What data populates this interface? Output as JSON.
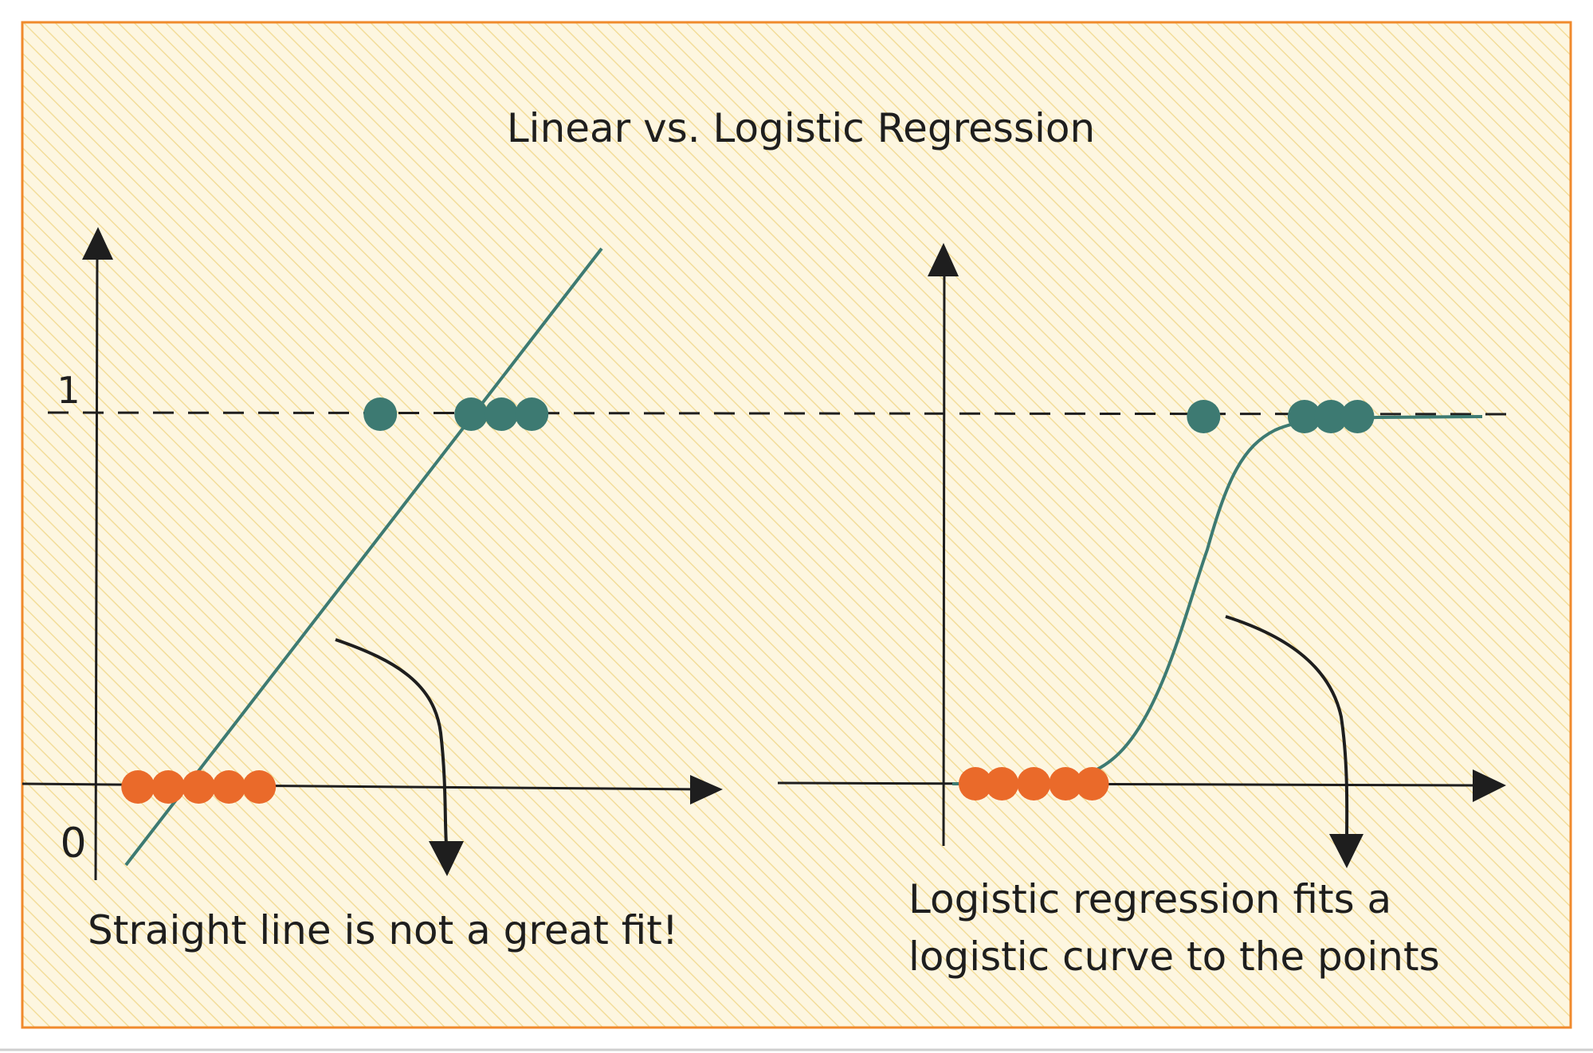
{
  "title": "Linear vs. Logistic Regression",
  "colors": {
    "background": "#fdf6e0",
    "hatch": "#f3dd9a",
    "frame": "#f08a2c",
    "ink": "#1e1e1e",
    "positive": "#3d7a72",
    "negative": "#ea6a2a"
  },
  "left_panel": {
    "y_tick_one": "1",
    "y_tick_zero": "0",
    "positive_points_x": [
      0.47,
      0.62,
      0.67,
      0.72
    ],
    "negative_points_x": [
      0.07,
      0.12,
      0.17,
      0.22,
      0.27
    ],
    "caption": "Straight line is not a great fit!"
  },
  "right_panel": {
    "positive_points_x": [
      0.49,
      0.68,
      0.73,
      0.78
    ],
    "negative_points_x": [
      0.06,
      0.11,
      0.17,
      0.23,
      0.28
    ],
    "caption_lines": [
      "Logistic regression fits a",
      "logistic curve to the points"
    ]
  }
}
